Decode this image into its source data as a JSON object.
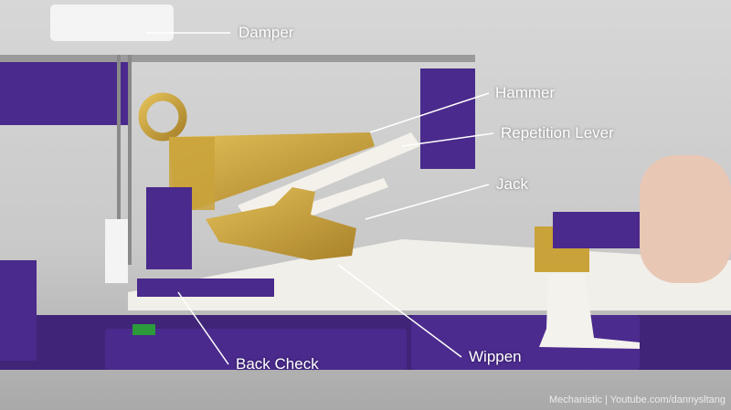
{
  "labels": {
    "damper": "Damper",
    "hammer": "Hammer",
    "repetition_lever": "Repetition Lever",
    "jack": "Jack",
    "wippen": "Wippen",
    "back_check": "Back Check"
  },
  "credit": "Mechanistic | Youtube.com/dannysltang",
  "colors": {
    "purple": "#4a2a8c",
    "gold": "#c9a23a",
    "white_part": "#f2f0ea",
    "background": "#c8c8c8"
  }
}
